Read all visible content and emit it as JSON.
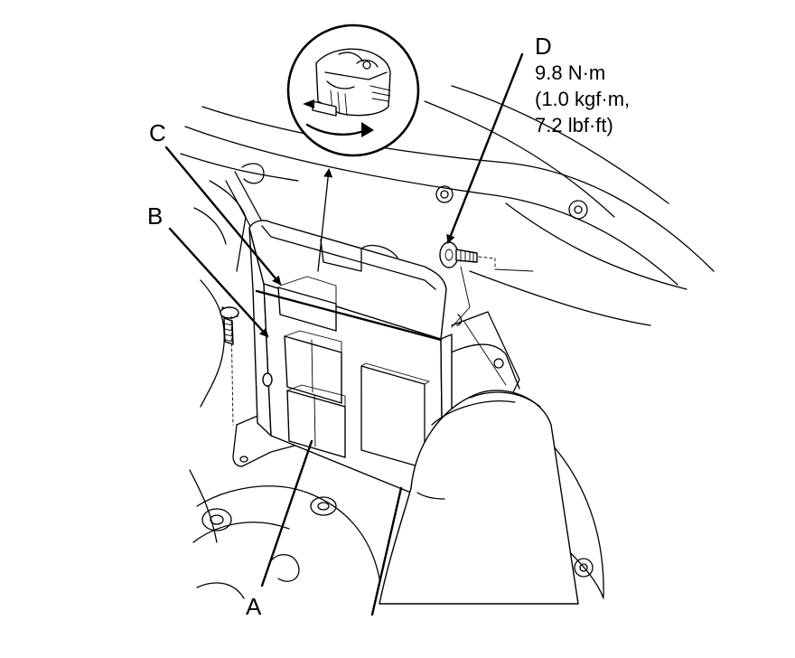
{
  "callouts": {
    "a": "A",
    "b": "B",
    "c": "C",
    "d": "D"
  },
  "torque_spec": {
    "line1": "9.8 N·m",
    "line2": "(1.0 kgf·m,",
    "line3": "7.2 lbf·ft)"
  },
  "icons": {
    "detail_inset": "connector-release-detail-icon",
    "bolt": "bolt-icon",
    "arrow": "arrow-icon"
  }
}
